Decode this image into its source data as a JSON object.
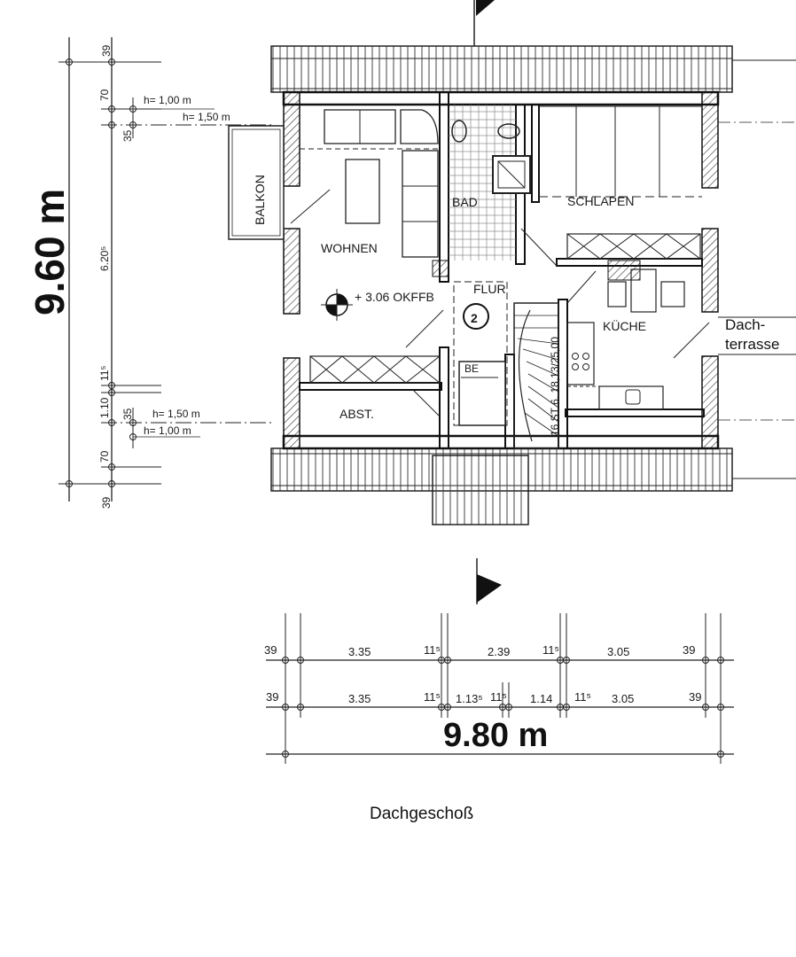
{
  "rooms": {
    "wohnen": "WOHNEN",
    "balkon": "BALKON",
    "bad": "BAD",
    "schlafen": "SCHLAPEN",
    "flur": "FLUR",
    "kueche": "KÜCHE",
    "abst": "ABST.",
    "be": "BE"
  },
  "labels": {
    "level": "+ 3.06 OKFFB",
    "stair": "16 ST 6. 18,13/25,00",
    "section_no": "2",
    "dachterrasse_1": "Dach-",
    "dachterrasse_2": "terrasse",
    "caption": "Dachgeschoß"
  },
  "heights": {
    "h1_top": "h= 1,00 m",
    "h2_top": "h= 1,50 m",
    "h2_bottom": "h= 1,50 m",
    "h1_bottom": "h= 1,00 m"
  },
  "vertical_dims": {
    "d39_top": "39",
    "d70_top": "70",
    "d35_top": "35",
    "d620": "6.20⁵",
    "d115": "11⁵",
    "d110": "1.10",
    "d35_bottom": "35",
    "d70_bottom": "70",
    "d39_bottom": "39",
    "total": "9.60 m"
  },
  "horizontal_dims": {
    "row1": [
      "39",
      "3.35",
      "11⁵",
      "2.39",
      "11⁵",
      "3.05",
      "39"
    ],
    "row2": [
      "39",
      "3.35",
      "11⁵",
      "1.13⁵",
      "11⁵",
      "1.14",
      "11⁵",
      "3.05",
      "39"
    ],
    "total": "9.80 m"
  }
}
